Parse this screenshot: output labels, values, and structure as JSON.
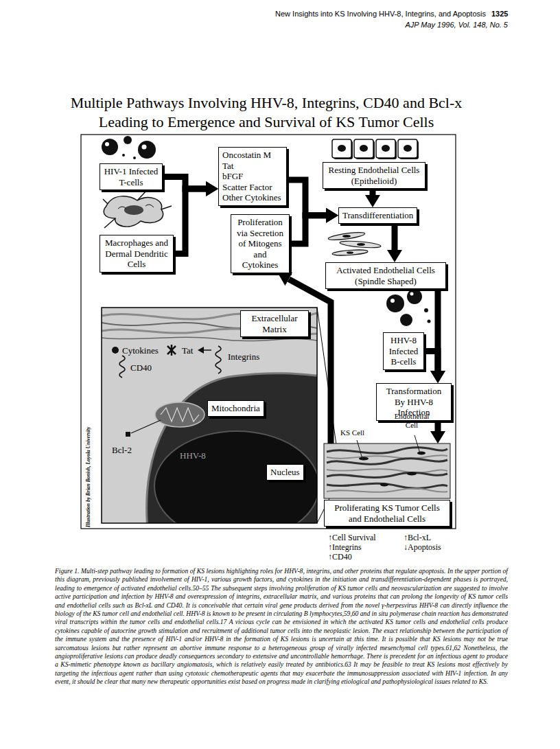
{
  "diagram": {
    "title": "Multiple Pathways Involving HHV-8, Integrins, CD40 and Bcl-x Leading to Emergence and Survival of KS Tumor Cells",
    "caption": "Figure 1. Multi-step pathway leading to formation of KS lesions highlighting roles for HHV-8, integrins, and other proteins that regulate apoptosis. In the upper portion of this diagram, previously published involvement of HIV-1, various growth factors, and cytokines in the initiation and transdifferentiation-dependent phases is portrayed, leading to emergence of activated endothelial cells.50–55 The subsequent steps involving proliferation of KS tumor cells and neovascularization are suggested to involve active participation and infection by HHV-8 and overexpression of integrins, extracellular matrix, and various proteins that can prolong the longevity of KS tumor cells and endothelial cells such as Bcl-xL and CD40. It is conceivable that certain viral gene products derived from the novel γ-herpesvirus HHV-8 can directly influence the biology of the KS tumor cell and endothelial cell. HHV-8 is known to be present in circulating B lymphocytes,59,60 and in situ polymerase chain reaction has demonstrated viral transcripts within the tumor cells and endothelial cells.17 A vicious cycle can be envisioned in which the activated KS tumor cells and endothelial cells produce cytokines capable of autocrine growth stimulation and recruitment of additional tumor cells into the neoplastic lesion. The exact relationship between the participation of the immune system and the presence of HIV-1 and/or HHV-8 in the formation of KS lesions is uncertain at this time. It is possible that KS lesions may not be true sarcomatous lesions but rather represent an abortive immune response to a heterogeneous group of virally infected mesenchymal cell types.61,62 Nonetheless, the angioproliferative lesions can produce deadly consequences secondary to extensive and uncontrollable hemorrhage. There is precedent for an infectious agent to produce a KS-mimetic phenotype known as bacillary angiomatosis, which is relatively easily treated by antibiotics.63 It may be feasible to treat KS lesions most effectively by targeting the infectious agent rather than using cytotoxic chemotherapeutic agents that may exacerbate the immunosuppression associated with HIV-1 infection. In any event, it should be clear that many new therapeutic opportunities exist based on progress made in clarifying etiological and pathophysiological issues related to KS.",
    "nodes": [
      {
        "text": [
          "HIV-1 Infected T-cells"
        ]
      },
      {
        "text": [
          "Macrophages and Dermal Dendritic Cells"
        ]
      },
      {
        "text": [
          "Oncostatin M",
          "Tat",
          "bFGF",
          "Scatter Factor",
          "Other Cytokines"
        ]
      },
      {
        "text": [
          "Proliferation via Secretion of Mitogens and Cytokines"
        ]
      },
      {
        "text": [
          "Resting Endothelial Cells",
          "(Epithelioid)"
        ]
      },
      {
        "text": [
          "Transdifferentiation"
        ]
      },
      {
        "text": [
          "Activated Endothelial Cells",
          "(Spindle Shaped)"
        ]
      },
      {
        "text": [
          "HHV-8 Infected B-cells"
        ]
      },
      {
        "text": [
          "Transformation By HHV-8 Infection"
        ]
      },
      {
        "text": [
          "Proliferating KS Tumor Cells and Endothelial Cells"
        ]
      },
      {
        "text": [
          "Extracellular Matrix"
        ]
      },
      {
        "text": [
          "Mitochondria"
        ]
      },
      {
        "text": [
          "Nucleus"
        ]
      }
    ],
    "edges": [
      {
        "from": 0,
        "to": 2,
        "arrow": "to"
      },
      {
        "from": 1,
        "to": 2,
        "arrow": "to"
      },
      {
        "from": 2,
        "to": 5,
        "arrow": "to"
      },
      {
        "from": 3,
        "to": 5,
        "arrow": "to"
      },
      {
        "from": 4,
        "to": 5,
        "arrow": "to"
      },
      {
        "from": 5,
        "to": 6,
        "arrow": "to"
      },
      {
        "from": 6,
        "to": 8,
        "arrow": "to"
      },
      {
        "from": 7,
        "to": 8,
        "arrow": "to"
      },
      {
        "from": 8,
        "to": 9,
        "arrow": "to"
      },
      {
        "from": 9,
        "to": 3,
        "arrow": "to"
      }
    ],
    "labels": [
      "New Insights into KS Involving HHV-8, Integrins, and Apoptosis",
      "1325",
      "AJP May 1996, Vol. 148, No. 5",
      "Cytokines",
      "Tat",
      "CD40",
      "Integrins",
      "Bcl-2",
      "HHV-8",
      "Illustration by Brian Bonish, Loyola University",
      "KS Cell",
      "Endothelial Cell",
      "↑Cell Survival",
      "↑Bcl-xL",
      "↑Integrins",
      "↓Apoptosis",
      "↑CD40"
    ]
  }
}
